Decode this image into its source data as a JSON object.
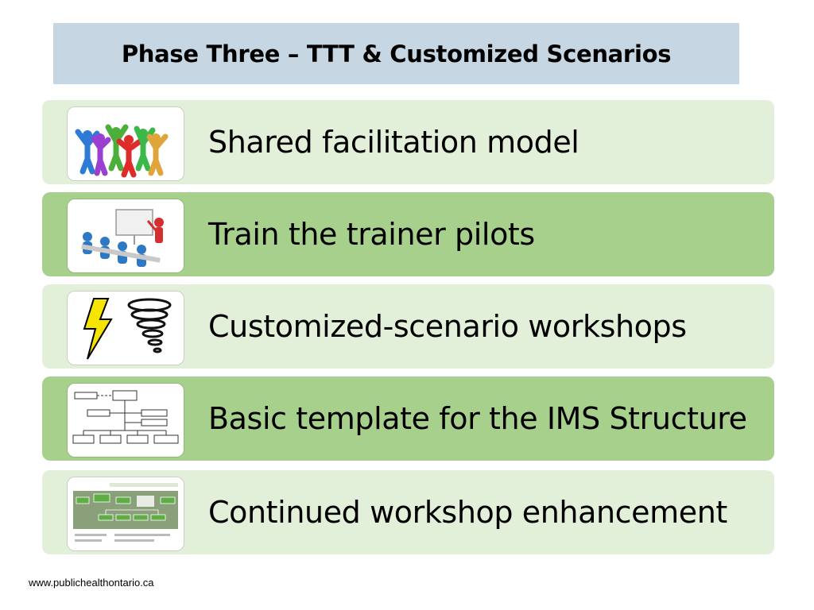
{
  "slide": {
    "title": "Phase Three – TTT & Customized Scenarios",
    "items": [
      {
        "label": "Shared facilitation model",
        "icon": "team-people-icon"
      },
      {
        "label": "Train the trainer pilots",
        "icon": "classroom-presentation-icon"
      },
      {
        "label": "Customized-scenario workshops",
        "icon": "lightning-tornado-icon"
      },
      {
        "label": "Basic template for the IMS Structure",
        "icon": "org-chart-icon"
      },
      {
        "label": "Continued workshop enhancement",
        "icon": "workshop-diagram-icon"
      }
    ],
    "footer": "www.publichealthontario.ca"
  },
  "colors": {
    "title_bg": "#c6d6e3",
    "row_light": "#e2efd9",
    "row_dark": "#a8d08d"
  }
}
